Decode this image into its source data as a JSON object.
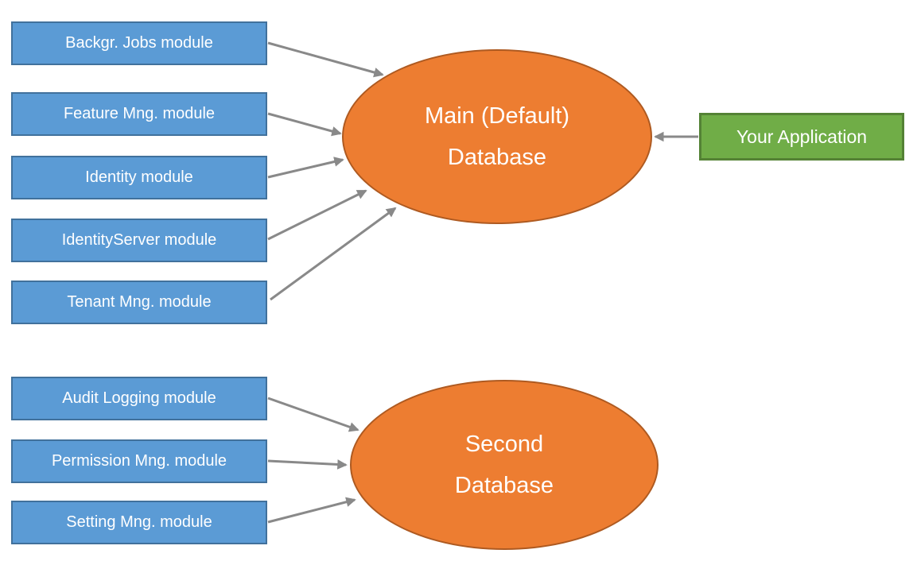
{
  "diagram": {
    "main_db": {
      "line1": "Main (Default)",
      "line2": "Database"
    },
    "second_db": {
      "line1": "Second",
      "line2": "Database"
    },
    "app": {
      "label": "Your Application"
    },
    "main_modules": [
      {
        "label": "Backgr. Jobs module"
      },
      {
        "label": "Feature Mng. module"
      },
      {
        "label": "Identity module"
      },
      {
        "label": "IdentityServer module"
      },
      {
        "label": "Tenant Mng. module"
      }
    ],
    "second_modules": [
      {
        "label": "Audit Logging module"
      },
      {
        "label": "Permission Mng. module"
      },
      {
        "label": "Setting Mng. module"
      }
    ],
    "colors": {
      "module_fill": "#5B9BD5",
      "module_border": "#41719C",
      "db_fill": "#ED7D31",
      "db_border": "#AE5A21",
      "app_fill": "#70AD47",
      "app_border": "#548235",
      "arrow": "#898989",
      "text": "#FFFFFF"
    }
  }
}
